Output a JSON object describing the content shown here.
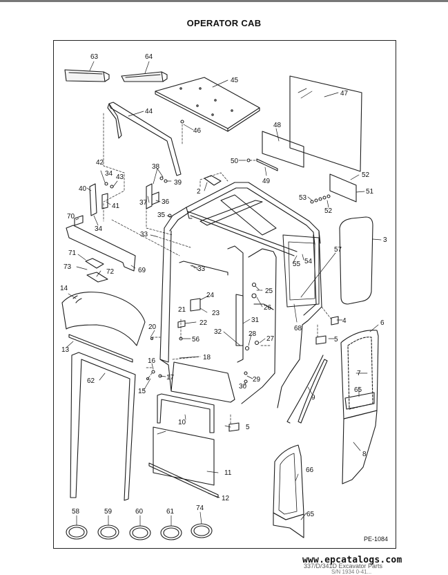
{
  "page": {
    "title": "OPERATOR CAB",
    "drawing_code": "PE-1084",
    "watermark": "www.epcatalogs.com",
    "footer_line1": "337/D/341D Excavator Parts",
    "footer_line2": "S/N 1934 0-41..."
  },
  "callouts": {
    "c2": "2",
    "c3": "3",
    "c4": "4",
    "c5a": "5",
    "c5b": "5",
    "c6": "6",
    "c7": "7",
    "c8": "8",
    "c9": "9",
    "c10": "10",
    "c11": "11",
    "c12": "12",
    "c13": "13",
    "c14": "14",
    "c15": "15",
    "c16": "16",
    "c17": "17",
    "c18": "18",
    "c20": "20",
    "c21": "21",
    "c22": "22",
    "c23": "23",
    "c24": "24",
    "c25": "25",
    "c26": "26",
    "c27": "27",
    "c28": "28",
    "c29": "29",
    "c30": "30",
    "c31": "31",
    "c32": "32",
    "c33a": "33",
    "c33b": "33",
    "c34a": "34",
    "c34b": "34",
    "c35": "35",
    "c36": "36",
    "c37": "37",
    "c38": "38",
    "c39": "39",
    "c40": "40",
    "c41": "41",
    "c42": "42",
    "c43": "43",
    "c44": "44",
    "c45": "45",
    "c46": "46",
    "c47": "47",
    "c48": "48",
    "c49": "49",
    "c50": "50",
    "c51": "51",
    "c52a": "52",
    "c52b": "52",
    "c53": "53",
    "c54": "54",
    "c55": "55",
    "c56": "56",
    "c57": "57",
    "c58": "58",
    "c59": "59",
    "c60": "60",
    "c61": "61",
    "c62": "62",
    "c63": "63",
    "c64": "64",
    "c65a": "65",
    "c65b": "65",
    "c66": "66",
    "c68": "68",
    "c69": "69",
    "c70": "70",
    "c71": "71",
    "c72": "72",
    "c73": "73",
    "c74": "74"
  }
}
